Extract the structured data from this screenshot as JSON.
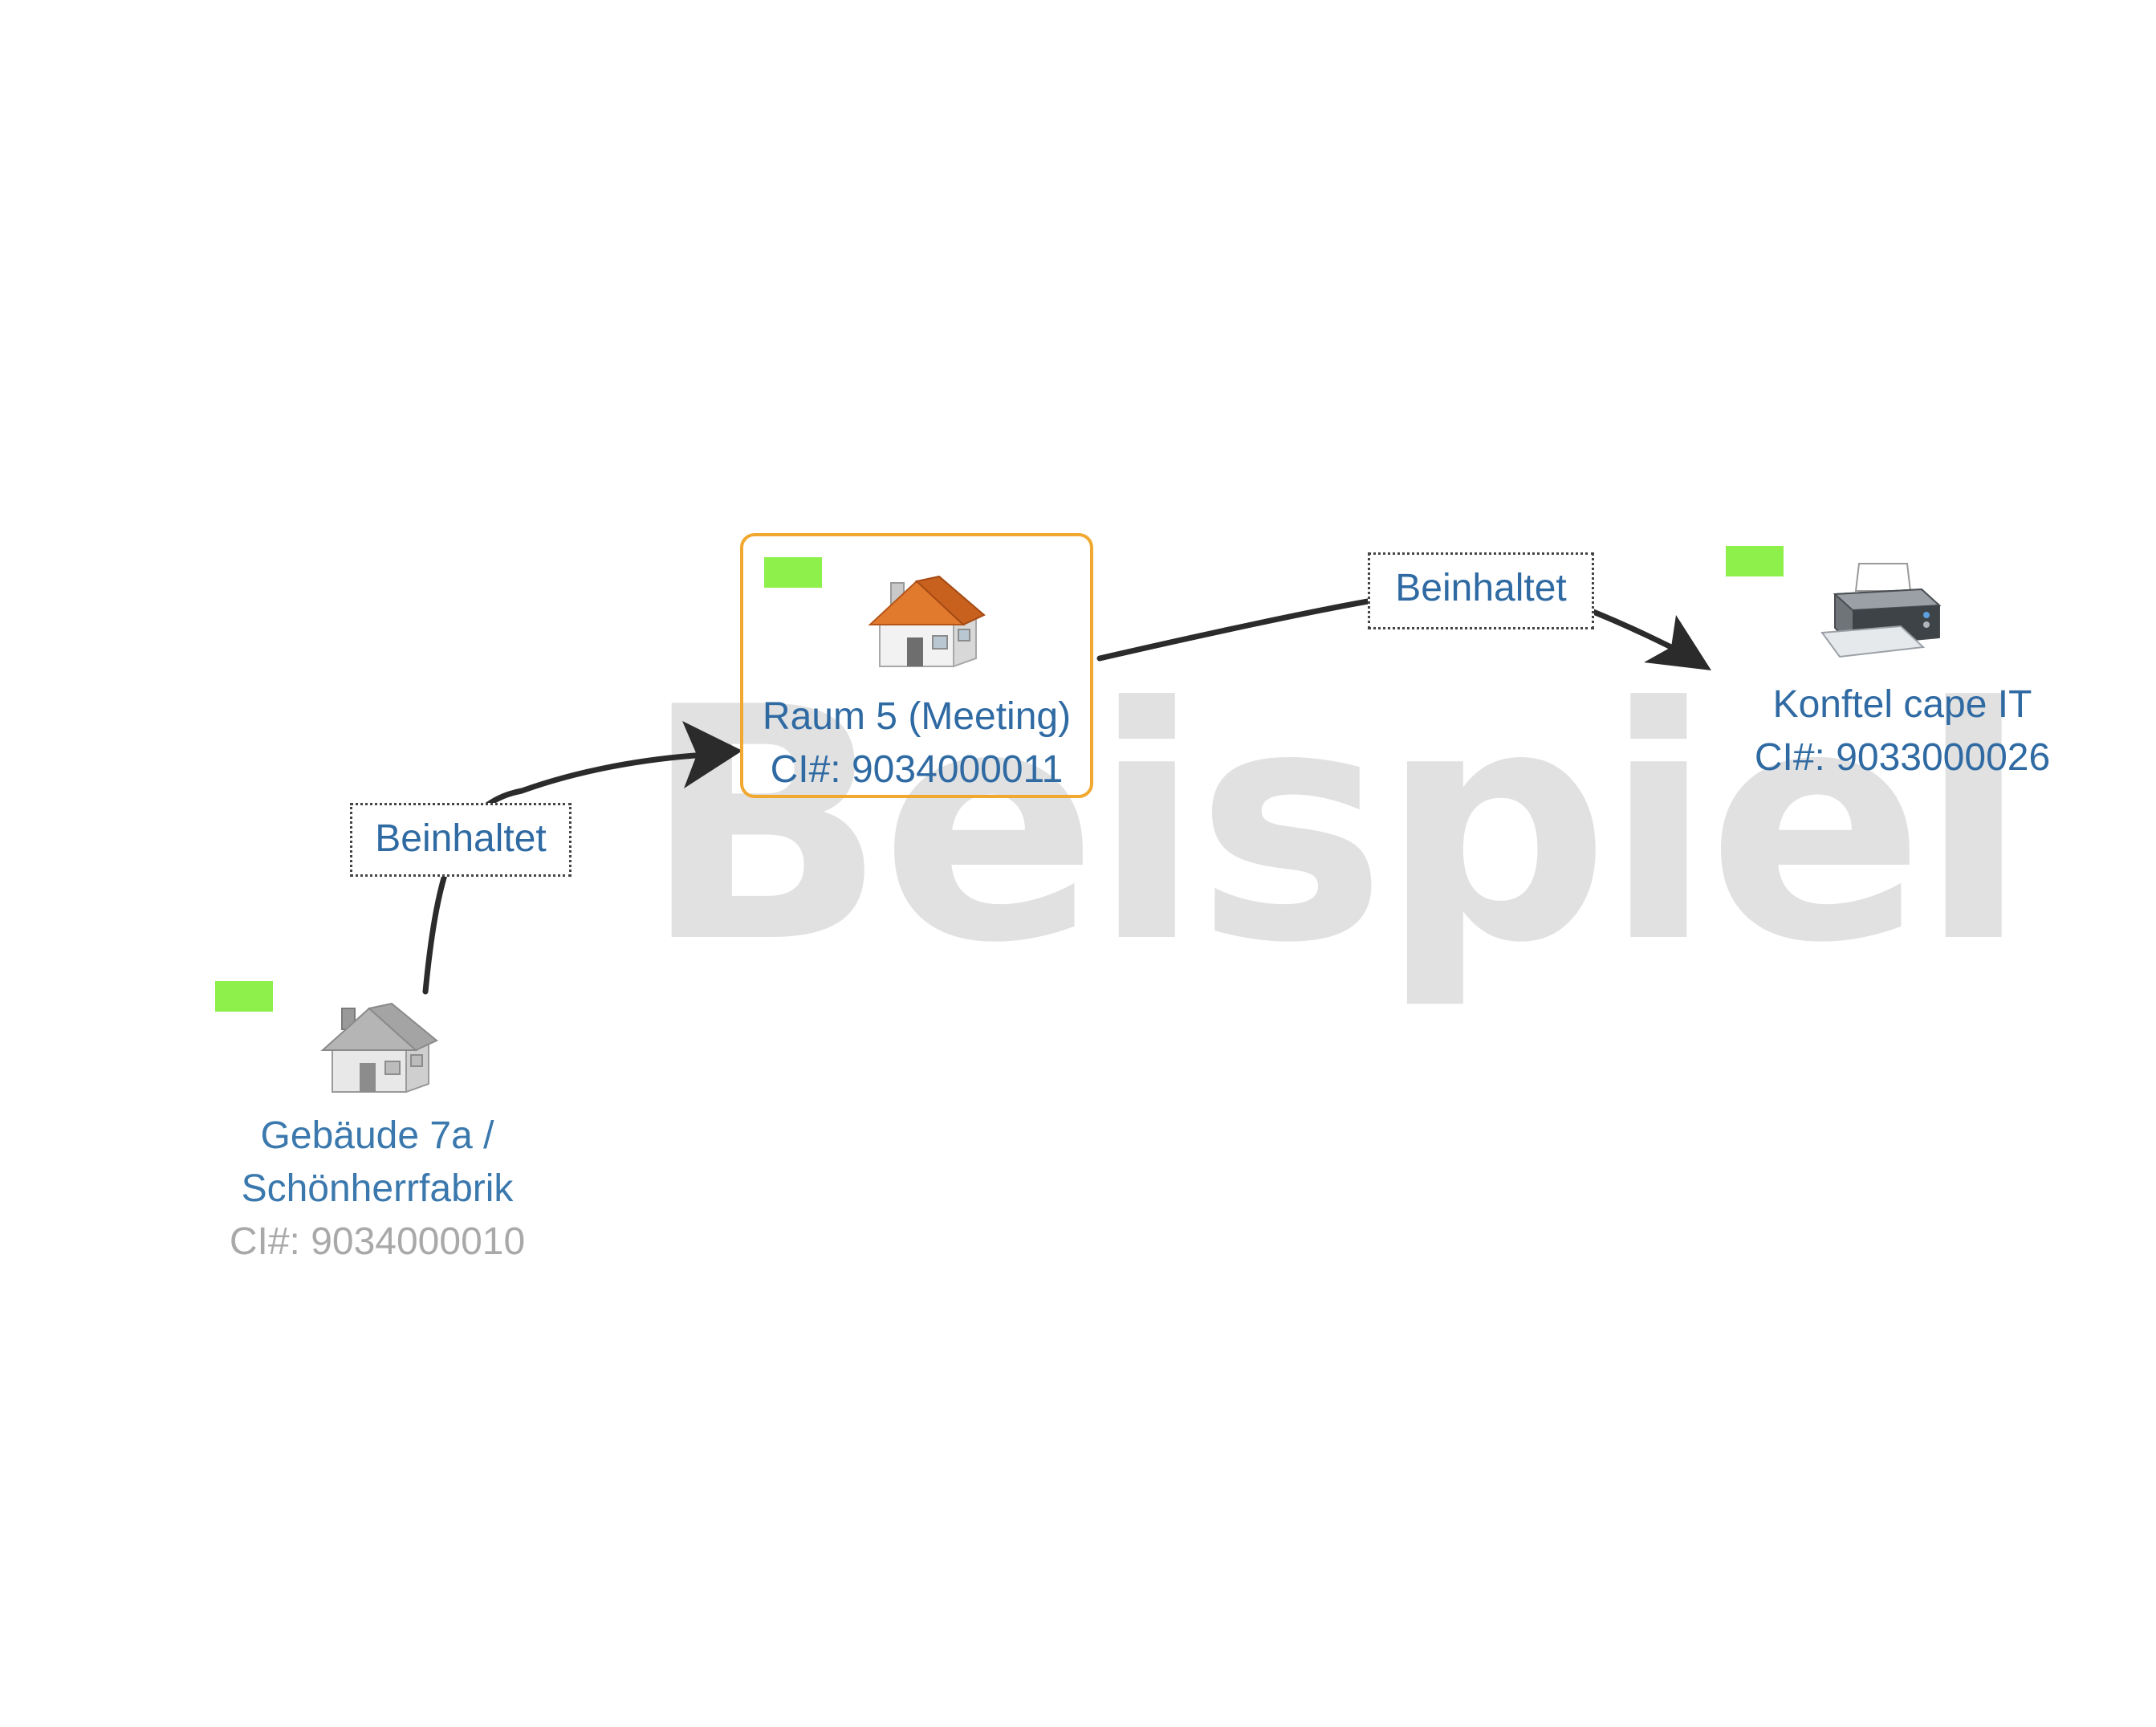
{
  "watermark": "Beispiel",
  "colors": {
    "status_ok": "#8ef04a",
    "selected_border": "#f0a830",
    "label_text": "#2f6aa3",
    "ci_faded": "#a9a9a9",
    "edge": "#2b2b2b"
  },
  "nodes": [
    {
      "id": "gebaeude",
      "icon": "house-grey-icon",
      "name_line1": "Gebäude 7a /",
      "name_line2": "Schönherrfabrik",
      "ci": "CI#: 9034000010",
      "selected": false
    },
    {
      "id": "raum",
      "icon": "house-icon",
      "name": "Raum 5 (Meeting)",
      "ci": "CI#: 9034000011",
      "selected": true
    },
    {
      "id": "konftel",
      "icon": "printer-icon",
      "name": "Konftel cape IT",
      "ci": "CI#: 9033000026",
      "selected": false
    }
  ],
  "edges": [
    {
      "from": "gebaeude",
      "to": "raum",
      "label": "Beinhaltet"
    },
    {
      "from": "raum",
      "to": "konftel",
      "label": "Beinhaltet"
    }
  ]
}
